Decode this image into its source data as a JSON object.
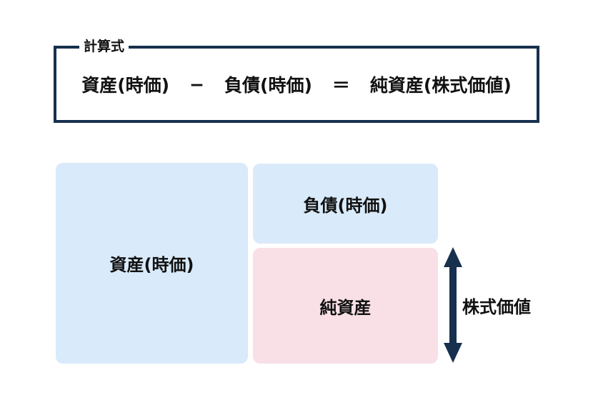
{
  "colors": {
    "navy": "#17304e",
    "light_blue": "#d9eafa",
    "light_pink": "#f8e0e6",
    "text": "#111111",
    "background": "#ffffff"
  },
  "formula_box": {
    "legend": "計算式",
    "terms": {
      "assets": "資産(時価)",
      "minus": "−",
      "liabilities": "負債(時価)",
      "equals": "＝",
      "net_assets": "純資産(株式価値)"
    }
  },
  "balance_diagram": {
    "assets_box_label": "資産(時価)",
    "liabilities_box_label": "負債(時価)",
    "net_assets_box_label": "純資産",
    "stock_value_label": "株式価値",
    "arrow_icon": "double-headed-vertical-arrow"
  }
}
